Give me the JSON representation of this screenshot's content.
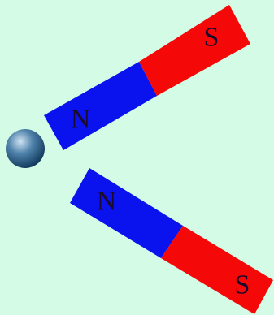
{
  "colors": {
    "background": "#d4fbe6",
    "north_pole": "#0a13ee",
    "south_pole": "#f40808",
    "label_text": "#1a0b2e",
    "ball_light": "#cfe3f2",
    "ball_mid": "#4f82ab",
    "ball_dark": "#123a5c"
  },
  "magnets": [
    {
      "north_label": "N",
      "south_label": "S"
    },
    {
      "north_label": "N",
      "south_label": "S"
    }
  ],
  "ball": {
    "material": "steel-ball"
  }
}
